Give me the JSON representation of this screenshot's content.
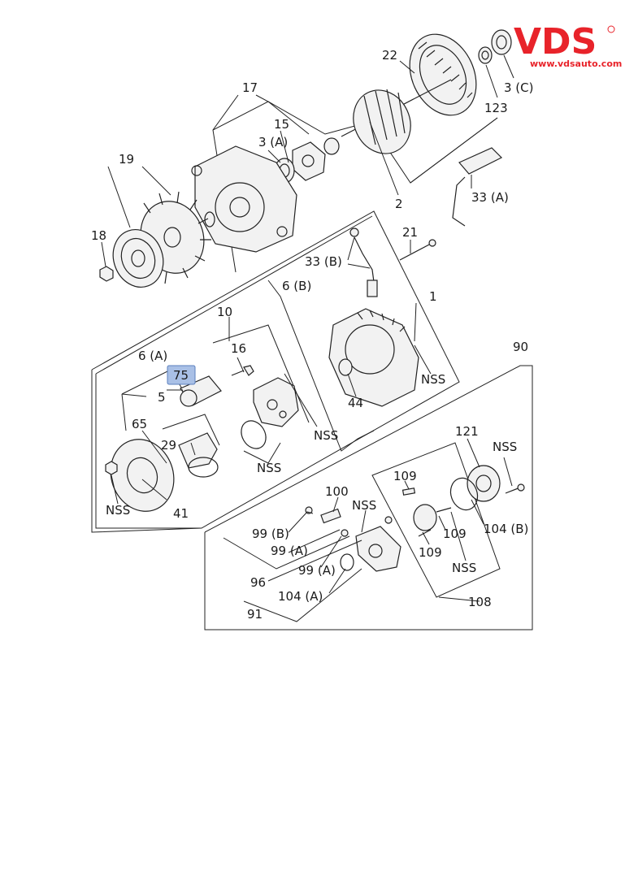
{
  "brand": {
    "logo_text": "VDS",
    "url": "www.vdsauto.com",
    "color": "#e8232a"
  },
  "highlight_color": "#a9c0e6",
  "callouts": {
    "c22": "22",
    "c3c": "3 (C)",
    "c123": "123",
    "c17": "17",
    "c15": "15",
    "c3a": "3 (A)",
    "c19": "19",
    "c18": "18",
    "c2": "2",
    "c33a": "33 (A)",
    "c21": "21",
    "c33b": "33 (B)",
    "c6b": "6 (B)",
    "c1": "1",
    "c10": "10",
    "c16": "16",
    "c6a": "6 (A)",
    "c75": "75",
    "c5": "5",
    "c65": "65",
    "c29": "29",
    "c41": "41",
    "c44": "44",
    "c90": "90",
    "c121": "121",
    "c104b": "104 (B)",
    "c109a": "109",
    "c109b": "109",
    "c109c": "109",
    "c100": "100",
    "c99b": "99 (B)",
    "c99a1": "99 (A)",
    "c99a2": "99 (A)",
    "c96": "96",
    "c104a": "104 (A)",
    "c91": "91",
    "c108": "108",
    "nss1": "NSS",
    "nss2": "NSS",
    "nss3": "NSS",
    "nss4": "NSS",
    "nss5": "NSS",
    "nss6": "NSS",
    "nss7": "NSS"
  }
}
